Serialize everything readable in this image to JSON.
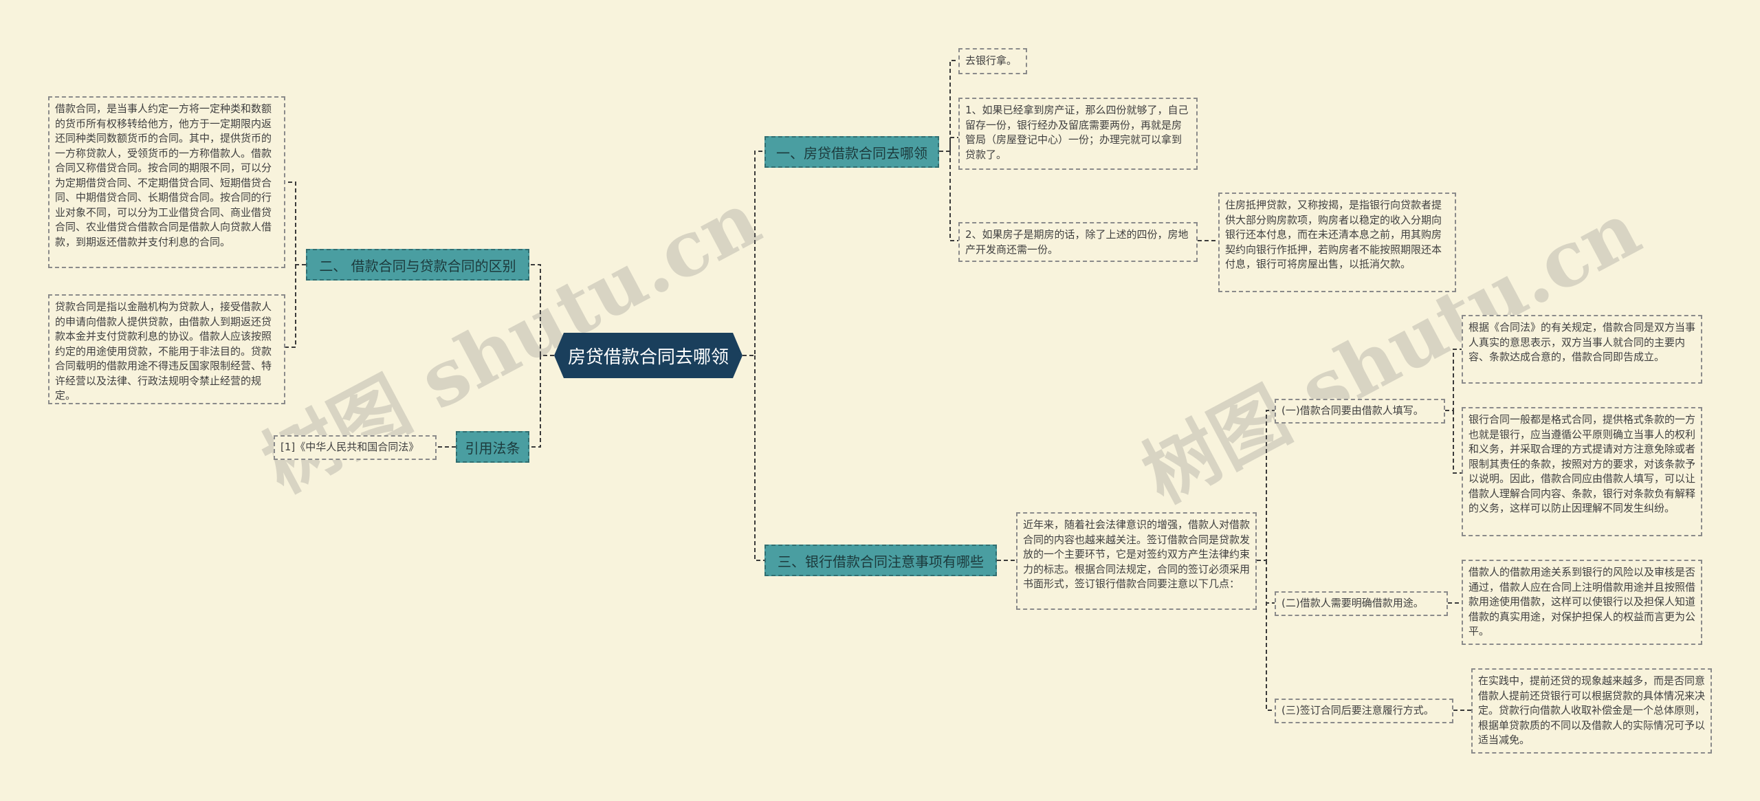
{
  "root": {
    "title": "房贷借款合同去哪领"
  },
  "branches": {
    "b1": {
      "label": "一、房贷借款合同去哪领"
    },
    "b2": {
      "label": "二、 借款合同与贷款合同的区别"
    },
    "b3": {
      "label": "三、银行借款合同注意事项有哪些"
    },
    "b4": {
      "label": "引用法条"
    }
  },
  "leaves": {
    "b1_1": "去银行拿。",
    "b1_2": "1、如果已经拿到房产证，那么四份就够了，自己留存一份，银行经办及留底需要两份，再就是房管局（房屋登记中心）一份；办理完就可以拿到贷款了。",
    "b1_3": "2、如果房子是期房的话，除了上述的四份，房地产开发商还需一份。",
    "b1_3_1": "住房抵押贷款，又称按揭，是指银行向贷款者提供大部分购房款项，购房者以稳定的收入分期向银行还本付息，而在未还清本息之前，用其购房契约向银行作抵押，若购房者不能按照期限还本付息，银行可将房屋出售，以抵消欠款。",
    "b2_1": "借款合同，是当事人约定一方将一定种类和数额的货币所有权移转给他方，他方于一定期限内返还同种类同数额货币的合同。其中，提供货币的一方称贷款人，受领货币的一方称借款人。借款合同又称借贷合同。按合同的期限不同，可以分为定期借贷合同、不定期借贷合同、短期借贷合同、中期借贷合同、长期借贷合同。按合同的行业对象不同，可以分为工业借贷合同、商业借贷合同、农业借贷合借款合同是借款人向贷款人借款，到期返还借款并支付利息的合同。",
    "b2_2": "贷款合同是指以金融机构为贷款人，接受借款人的申请向借款人提供贷款，由借款人到期返还贷款本金并支付贷款利息的协议。借款人应该按照约定的用途使用贷款，不能用于非法目的。贷款合同载明的借款用途不得违反国家限制经营、特许经营以及法律、行政法规明令禁止经营的规定。",
    "b3_intro": "近年来，随着社会法律意识的增强，借款人对借款合同的内容也越来越关注。签订借款合同是贷款发放的一个主要环节，它是对签约双方产生法律约束力的标志。根据合同法规定，合同的签订必须采用书面形式，签订银行借款合同要注意以下几点：",
    "b3_s1": "(一)借款合同要由借款人填写。",
    "b3_s1_a": "根据《合同法》的有关规定，借款合同是双方当事人真实的意思表示，双方当事人就合同的主要内容、条款达成合意的，借款合同即告成立。",
    "b3_s1_b": "银行合同一般都是格式合同，提供格式条款的一方也就是银行，应当遵循公平原则确立当事人的权利和义务，并采取合理的方式提请对方注意免除或者限制其责任的条款，按照对方的要求，对该条款予以说明。因此，借款合同应由借款人填写，可以让借款人理解合同内容、条款，银行对条款负有解释的义务，这样可以防止因理解不同发生纠纷。",
    "b3_s2": "(二)借款人需要明确借款用途。",
    "b3_s2_a": "借款人的借款用途关系到银行的风险以及审核是否通过，借款人应在合同上注明借款用途并且按照借款用途使用借款，这样可以使银行以及担保人知道借款的真实用途，对保护担保人的权益而言更为公平。",
    "b3_s3": "(三)签订合同后要注意履行方式。",
    "b3_s3_a": "在实践中，提前还贷的现象越来越多，而是否同意借款人提前还贷银行可以根据贷款的具体情况来决定。贷款行向借款人收取补偿金是一个总体原则，根据单贷款质的不同以及借款人的实际情况可予以适当减免。",
    "b4_1": "[1]《中华人民共和国合同法》"
  },
  "watermarks": [
    "树图 shutu.cn",
    "树图 shutu.cn"
  ],
  "colors": {
    "background": "#f8f3dc",
    "root": "#1a3f5c",
    "branch": "#4a9ea1",
    "connector": "#3a3a3a"
  }
}
